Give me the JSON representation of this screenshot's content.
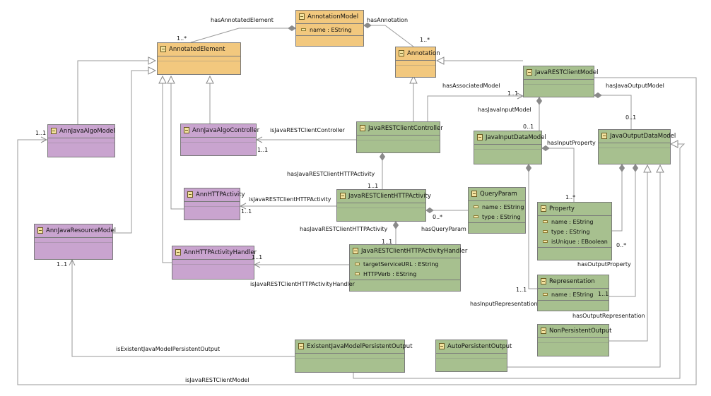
{
  "classes": {
    "annotation_model": {
      "name": "AnnotationModel",
      "attrs": [
        "name : EString"
      ]
    },
    "annotated_element": {
      "name": "AnnotatedElement"
    },
    "annotation": {
      "name": "Annotation"
    },
    "java_rest_client_model": {
      "name": "JavaRESTClientModel"
    },
    "ann_java_algo_model": {
      "name": "AnnJavaAlgoModel"
    },
    "ann_java_algo_controller": {
      "name": "AnnJavaAlgoController"
    },
    "java_rest_client_controller": {
      "name": "JavaRESTClientController"
    },
    "java_input_data_model": {
      "name": "JavaInputDataModel"
    },
    "java_output_data_model": {
      "name": "JavaOutputDataModel"
    },
    "ann_http_activity": {
      "name": "AnnHTTPActivity"
    },
    "java_rest_client_http_activity": {
      "name": "JavaRESTClientHTTPActivity"
    },
    "query_param": {
      "name": "QueryParam",
      "attrs": [
        "name : EString",
        "type : EString"
      ]
    },
    "property": {
      "name": "Property",
      "attrs": [
        "name : EString",
        "type : EString",
        "isUnique : EBoolean"
      ]
    },
    "ann_java_resource_model": {
      "name": "AnnJavaResourceModel"
    },
    "ann_http_activity_handler": {
      "name": "AnnHTTPActivityHandler"
    },
    "java_rest_client_http_activity_handler": {
      "name": "JavaRESTClientHTTPActivityHandler",
      "attrs": [
        "targetServiceURL : EString",
        "HTTPVerb : EString"
      ]
    },
    "representation": {
      "name": "Representation",
      "attrs": [
        "name : EString"
      ]
    },
    "non_persistent_output": {
      "name": "NonPersistentOutput"
    },
    "existent_java_model_persistent_output": {
      "name": "ExistentJavaModelPersistentOutput"
    },
    "auto_persistent_output": {
      "name": "AutoPersistentOutput"
    }
  },
  "labels": {
    "has_annotated_element": "hasAnnotatedElement",
    "has_annotated_element_mult": "1..*",
    "has_annotation": "hasAnnotation",
    "has_annotation_mult": "1..*",
    "has_associated_model": "hasAssociatedModel",
    "has_associated_model_mult": "1..1",
    "has_java_output_model": "hasJavaOutputModel",
    "has_java_output_model_mult": "0..1",
    "has_java_input_model": "hasJavaInputModel",
    "has_java_input_model_mult": "0..1",
    "is_java_rest_client_controller": "isJavaRESTClientController",
    "is_java_rest_client_controller_mult": "1..1",
    "ann_java_algo_model_mult": "1..1",
    "has_java_rest_client_http_activity_1": "hasJavaRESTClientHTTPActivity",
    "has_java_rest_client_http_activity_1_mult": "1..1",
    "is_java_rest_client_http_activity": "isJavaRESTClientHTTPActivity",
    "is_java_rest_client_http_activity_mult": "1..1",
    "has_input_property": "hasInputProperty",
    "has_input_property_mult": "1..*",
    "has_query_param_mult": "0..*",
    "has_query_param": "hasQueryParam",
    "has_java_rest_client_http_activity_2": "hasJavaRESTClientHTTPActivity",
    "has_java_rest_client_http_activity_2_mult": "1..1",
    "ann_java_resource_model_mult": "1..1",
    "ann_http_activity_handler_mult": "1..1",
    "is_java_rest_client_http_activity_handler": "isJavaRESTClientHTTPActivityHandler",
    "has_output_property_mult": "0..*",
    "has_output_property": "hasOutputProperty",
    "has_input_representation_mult": "1..1",
    "has_input_representation": "hasInputRepresentation",
    "has_output_representation_mult": "1..1",
    "has_output_representation": "hasOutputRepresentation",
    "is_existent_java_model_persistent_output": "isExistentJavaModelPersistentOutput",
    "is_java_rest_client_model": "isJavaRESTClientModel"
  }
}
